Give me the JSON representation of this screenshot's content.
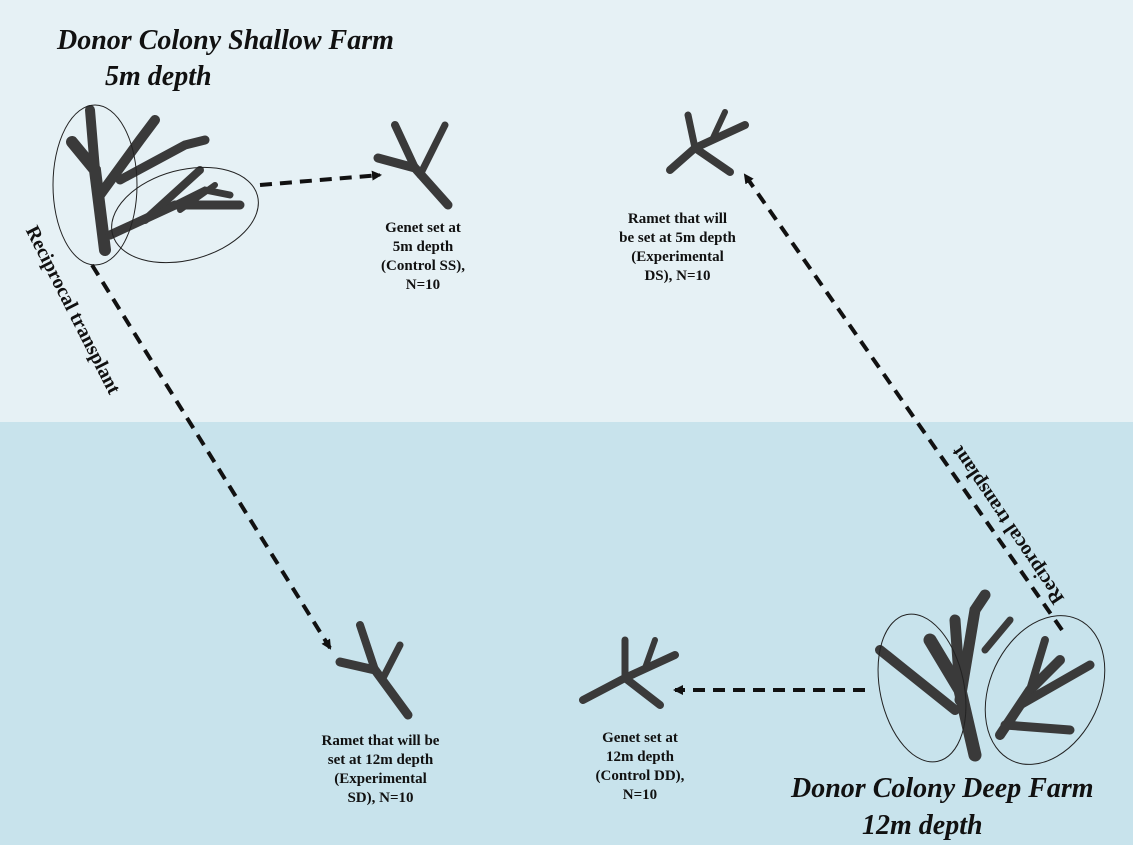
{
  "background": {
    "shallow_color": "#e6f1f5",
    "deep_color": "#c8e3ec"
  },
  "shallow_farm": {
    "title": "Donor Colony Shallow Farm",
    "depth": "5m depth"
  },
  "deep_farm": {
    "title": "Donor Colony Deep Farm",
    "depth": "12m depth"
  },
  "labels": {
    "control_ss": [
      "Genet  set at",
      "5m depth",
      "(Control SS),",
      "N=10"
    ],
    "experimental_ds": [
      "Ramet  that will",
      "be set at 5m depth",
      "(Experimental",
      "DS), N=10"
    ],
    "experimental_sd": [
      "Ramet that will be",
      "set at 12m depth",
      "(Experimental",
      "SD), N=10"
    ],
    "control_dd": [
      "Genet set at",
      "12m depth",
      "(Control DD),",
      "N=10"
    ]
  },
  "transplant_left": "Reciprocal transplant",
  "transplant_right": "Reciprocal transplant",
  "coral_color": "#3a3a3a"
}
